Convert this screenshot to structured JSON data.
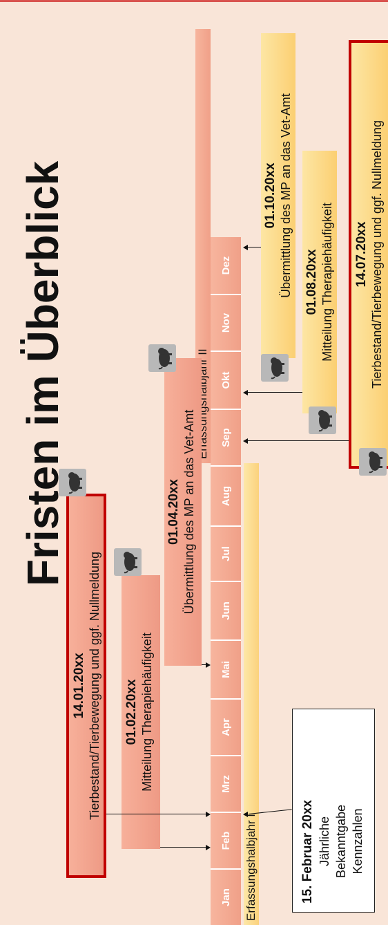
{
  "title": "Fristen im Überblick",
  "months": [
    "Jan",
    "Feb",
    "Mrz",
    "Apr",
    "Mai",
    "Jun",
    "Jul",
    "Aug",
    "Sep",
    "Okt",
    "Nov",
    "Dez"
  ],
  "periods": {
    "first": "Erfassungshalbjahr I",
    "second": "Erfassungshalbjahr II"
  },
  "deadlines": {
    "d1": {
      "date": "14.01.20xx",
      "text": "Tierbestand/Tierbewegung und ggf. Nullmeldung"
    },
    "d2": {
      "date": "01.02.20xx",
      "text": "Mitteilung Therapiehäufigkeit"
    },
    "d3": {
      "date": "01.04.20xx",
      "text": "Übermittlung des MP an das Vet-Amt"
    },
    "d4": {
      "date": "14.07.20xx",
      "text": "Tierbestand/Tierbewegung und ggf. Nullmeldung"
    },
    "d5": {
      "date": "01.08.20xx",
      "text": "Mitteilung Therapiehäufigkeit"
    },
    "d6": {
      "date": "01.10.20xx",
      "text": "Übermittlung des MP an das Vet-Amt"
    }
  },
  "kennzahlen": {
    "date": "15. Februar 20xx",
    "line1": "Jährliche",
    "line2": "Bekanntgabe",
    "line3": "Kennzahlen"
  },
  "colors": {
    "salmon": "#f0a08a",
    "yellow": "#fbd27c",
    "frame": "#c00000",
    "background": "#f9e5d8"
  },
  "icons": [
    "pig-icon"
  ]
}
